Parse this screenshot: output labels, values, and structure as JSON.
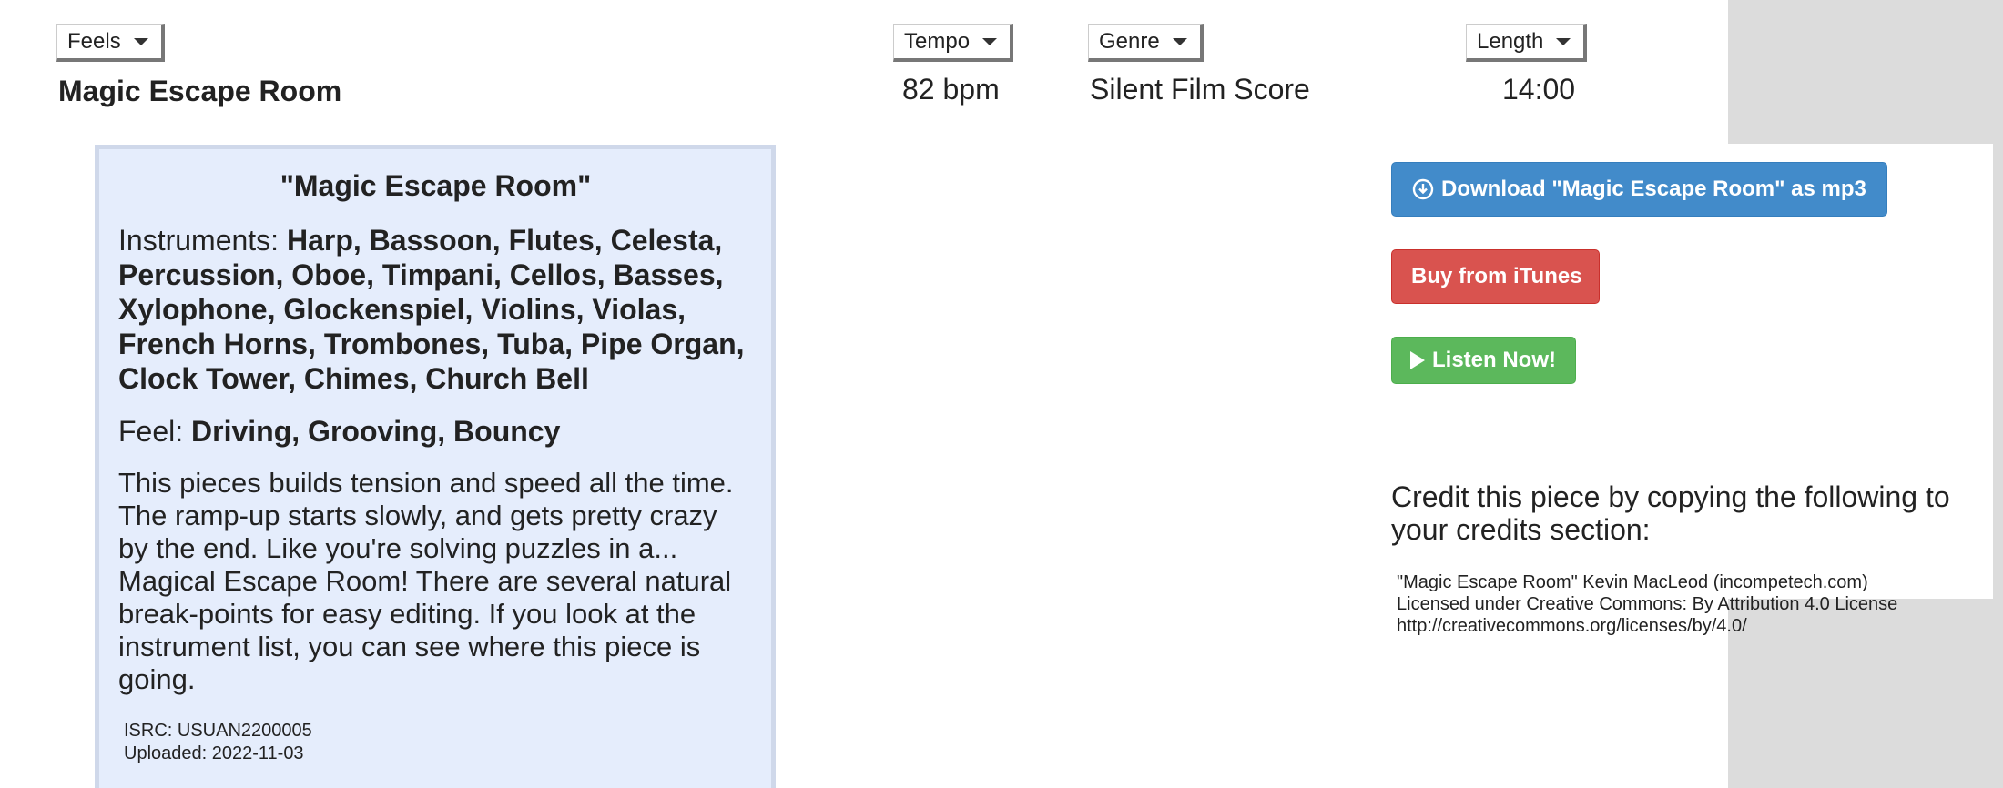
{
  "filters": {
    "feels_label": "Feels",
    "tempo_label": "Tempo",
    "genre_label": "Genre",
    "length_label": "Length"
  },
  "track": {
    "title": "Magic Escape Room",
    "tempo": "82 bpm",
    "genre": "Silent Film Score",
    "length": "14:00"
  },
  "card": {
    "title": "\"Magic Escape Room\"",
    "instruments_label": "Instruments:",
    "instruments": "Harp, Bassoon, Flutes, Celesta, Percussion, Oboe, Timpani, Cellos, Basses, Xylophone, Glockenspiel, Violins, Violas, French Horns, Trombones, Tuba, Pipe Organ, Clock Tower, Chimes, Church Bell",
    "feel_label": "Feel:",
    "feel": "Driving, Grooving, Bouncy",
    "description": "This pieces builds tension and speed all the time. The ramp-up starts slowly, and gets pretty crazy by the end. Like you're solving puzzles in a... Magical Escape Room! There are several natural break-points for easy editing. If you look at the instrument list, you can see where this piece is going.",
    "isrc": "ISRC: USUAN2200005",
    "uploaded": "Uploaded: 2022-11-03"
  },
  "actions": {
    "download_label": "Download \"Magic Escape Room\" as mp3",
    "itunes_label": "Buy from iTunes",
    "listen_label": "Listen Now!"
  },
  "credit": {
    "heading": "Credit this piece by copying the following to your credits section:",
    "line1": "\"Magic Escape Room\" Kevin MacLeod (incompetech.com)",
    "line2": "Licensed under Creative Commons: By Attribution 4.0 License",
    "line3": "http://creativecommons.org/licenses/by/4.0/"
  },
  "colors": {
    "card_bg": "#e5edfc",
    "download": "#428bca",
    "itunes": "#d9534f",
    "listen": "#5cb85c",
    "side_gray": "#dcdcdc"
  },
  "icons": {
    "download": "download-circle-icon",
    "listen": "play-icon",
    "dropdown": "caret-down-icon"
  }
}
